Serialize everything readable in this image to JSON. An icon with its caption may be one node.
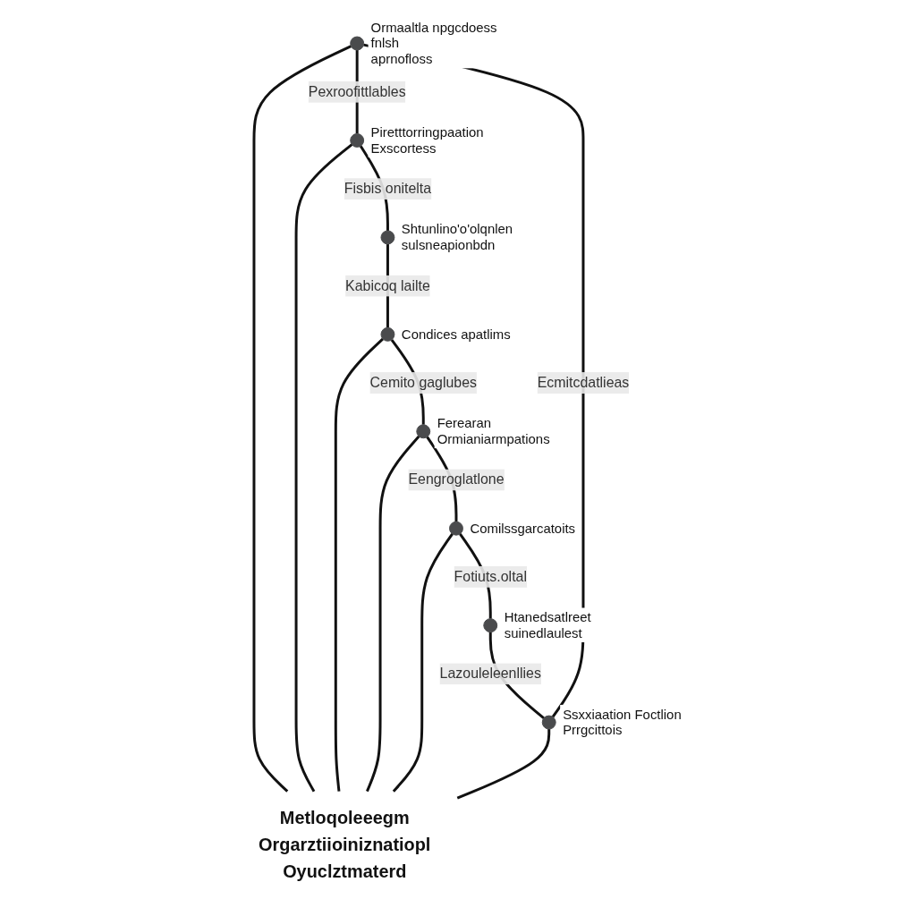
{
  "diagram": {
    "nodes": [
      {
        "text": [
          "Metloqoleeegm",
          "Orgarztiioiniznatiopl",
          "Oyuclztmaterd"
        ]
      },
      {
        "text": [],
        "shape": "circle",
        "beside": [
          "Ormaaltla npgcdoess",
          "fnlsh",
          "aprnofloss"
        ]
      },
      {
        "text": [],
        "shape": "circle",
        "beside": [
          "Piretttorringpaation",
          "Exscortess"
        ]
      },
      {
        "text": [],
        "shape": "circle",
        "beside": [
          "Shtunlino'o'olqnlen",
          "sulsneapionbdn"
        ]
      },
      {
        "text": [],
        "shape": "circle",
        "beside": [
          "Condices apatlims"
        ]
      },
      {
        "text": [],
        "shape": "circle",
        "beside": [
          "Ferearan",
          "Ormianiarmpations"
        ]
      },
      {
        "text": [],
        "shape": "circle",
        "beside": [
          "Comilssgarcatoits"
        ]
      },
      {
        "text": [],
        "shape": "circle",
        "beside": [
          "Htanedsatlreet",
          "suinedlaulest"
        ]
      },
      {
        "text": [],
        "shape": "circle",
        "beside": [
          "Ssxxiaation Foctlion",
          "Prrgcittois"
        ]
      }
    ],
    "edges": [
      {
        "from": 8,
        "to": 1,
        "arrow": "none",
        "label": "Ecmitcdatlieas"
      },
      {
        "from": 1,
        "to": 2,
        "arrow": "none",
        "label": "Pexroofittlables"
      },
      {
        "from": 2,
        "to": 3,
        "arrow": "none",
        "label": "Fisbis onitelta"
      },
      {
        "from": 3,
        "to": 4,
        "arrow": "none",
        "label": "Kabicoq lailte"
      },
      {
        "from": 4,
        "to": 5,
        "arrow": "none",
        "label": "Cemito gaglubes"
      },
      {
        "from": 5,
        "to": 6,
        "arrow": "none",
        "label": "Eengroglatlone"
      },
      {
        "from": 6,
        "to": 7,
        "arrow": "none",
        "label": "Fotiuts.oltal"
      },
      {
        "from": 7,
        "to": 8,
        "arrow": "none",
        "label": "Lazouleleenllies"
      },
      {
        "from": 1,
        "to": 0,
        "arrow": "none"
      },
      {
        "from": 2,
        "to": 0,
        "arrow": "none"
      },
      {
        "from": 4,
        "to": 0,
        "arrow": "none"
      },
      {
        "from": 5,
        "to": 0,
        "arrow": "none"
      },
      {
        "from": 6,
        "to": 0,
        "arrow": "none"
      },
      {
        "from": 8,
        "to": 0,
        "arrow": "none"
      }
    ]
  }
}
